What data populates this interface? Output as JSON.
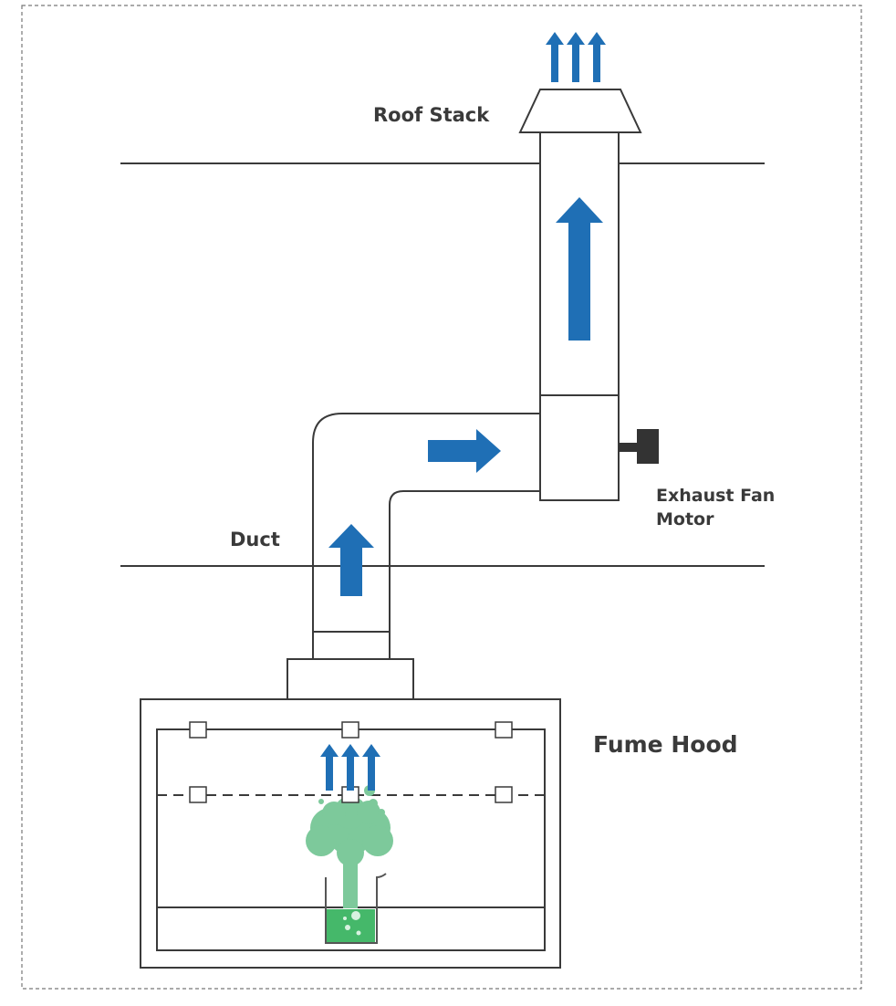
{
  "labels": {
    "roof_stack": "Roof Stack",
    "duct": "Duct",
    "exhaust_fan_motor_line1": "Exhaust Fan",
    "exhaust_fan_motor_line2": "Motor",
    "fume_hood": "Fume Hood"
  },
  "colors": {
    "airflow_arrow": "#1f6fb5",
    "outline": "#3a3a3a",
    "fume": "#7dc99b",
    "liquid": "#45b86a",
    "motor": "#333333"
  }
}
